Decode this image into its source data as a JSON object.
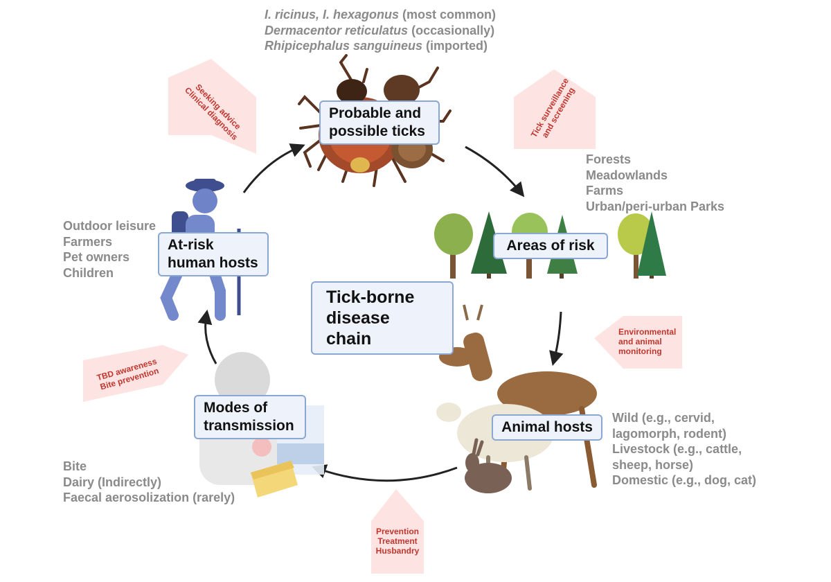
{
  "center_label": [
    "Tick-borne",
    "disease chain"
  ],
  "nodes": {
    "ticks": [
      "Probable and",
      "possible ticks"
    ],
    "areas": [
      "Areas of risk"
    ],
    "animals": [
      "Animal hosts"
    ],
    "transmission": [
      "Modes of",
      "transmission"
    ],
    "humans": [
      "At-risk",
      "human hosts"
    ]
  },
  "tick_species": [
    {
      "name": "I. ricinus,  I. hexagonus",
      "note": " (most common)"
    },
    {
      "name": "Dermacentor reticulatus",
      "note": " (occasionally)"
    },
    {
      "name": "Rhipicephalus sanguineus",
      "note": " (imported)"
    }
  ],
  "areas_list": [
    "Forests",
    "Meadowlands",
    "Farms",
    "Urban/peri-urban Parks"
  ],
  "animal_list": [
    "Wild (e.g., cervid,",
    "lagomorph, rodent)",
    "Livestock (e.g., cattle,",
    "sheep, horse)",
    "Domestic (e.g., dog, cat)"
  ],
  "transmission_list": [
    "Bite",
    "Dairy (Indirectly)",
    "Faecal aerosolization (rarely)"
  ],
  "human_list": [
    "Outdoor leisure",
    "Farmers",
    "Pet owners",
    "Children"
  ],
  "interventions": {
    "surveillance": [
      "Tick surveillance",
      "and screening"
    ],
    "monitoring": [
      "Environmental",
      "and animal",
      "monitoring"
    ],
    "prevention": [
      "Prevention",
      "Treatment",
      "Husbandry"
    ],
    "awareness": [
      "TBD awareness",
      "Bite prevention"
    ],
    "advice": [
      "Seeking advice",
      "Clinical diagnosis"
    ]
  },
  "colors": {
    "node_fill": "#eef3fb",
    "node_border": "#8aa6d2",
    "list_text": "#8a8a8a",
    "intervention_text": "#c0362f",
    "intervention_fill": "#fde4e2",
    "arrow": "#222222"
  }
}
